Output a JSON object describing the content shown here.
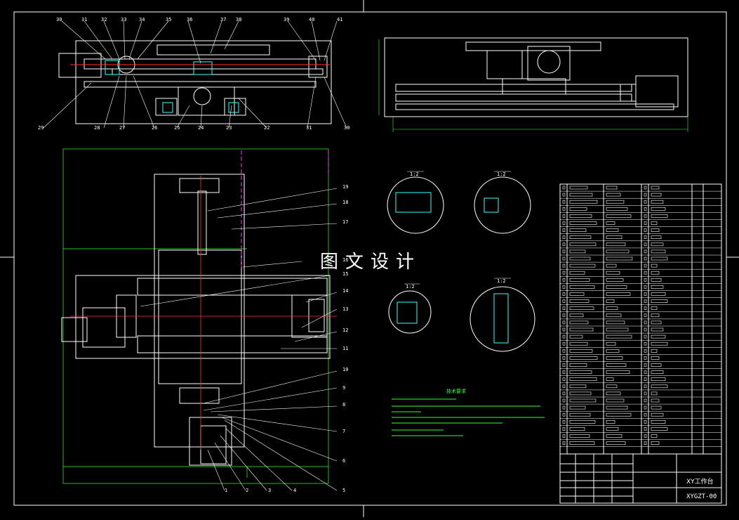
{
  "watermark": "图文设计",
  "title_block": {
    "name": "XY工作台",
    "code": "XYGZT-00"
  },
  "notes_title": "技术要求",
  "top_view_labels": [
    "30",
    "31",
    "32",
    "33",
    "34",
    "35",
    "36",
    "37",
    "38",
    "39",
    "40",
    "41"
  ],
  "top_view_bottom_labels": [
    "29",
    "28",
    "27",
    "26",
    "25",
    "24",
    "23",
    "22",
    "31",
    "30"
  ],
  "main_view_labels": [
    "19",
    "18",
    "17",
    "16",
    "15",
    "14",
    "13",
    "12",
    "11",
    "10",
    "9",
    "8",
    "7",
    "6",
    "5",
    "4",
    "3",
    "2",
    "1"
  ],
  "detail_scale": "1:2",
  "colors": {
    "background": "#000000",
    "line": "#ffffff",
    "dimension": "#33ff33",
    "centerline": "#ff3333",
    "hatch": "#33ffff",
    "highlight": "#ff33ff"
  }
}
